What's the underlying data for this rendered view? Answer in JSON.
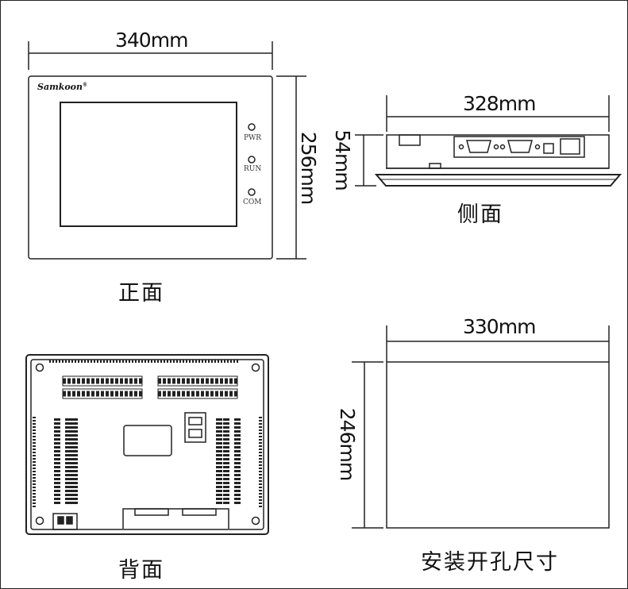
{
  "front": {
    "width_label": "340mm",
    "height_label": "256mm",
    "brand": "Samkoon",
    "brand_mark": "®",
    "leds": [
      "PWR",
      "RUN",
      "COM"
    ],
    "caption": "正面"
  },
  "side": {
    "width_label": "328mm",
    "depth_label": "54mm",
    "caption": "侧面"
  },
  "back": {
    "caption": "背面"
  },
  "cutout": {
    "width_label": "330mm",
    "height_label": "246mm",
    "caption": "安装开孔尺寸"
  }
}
